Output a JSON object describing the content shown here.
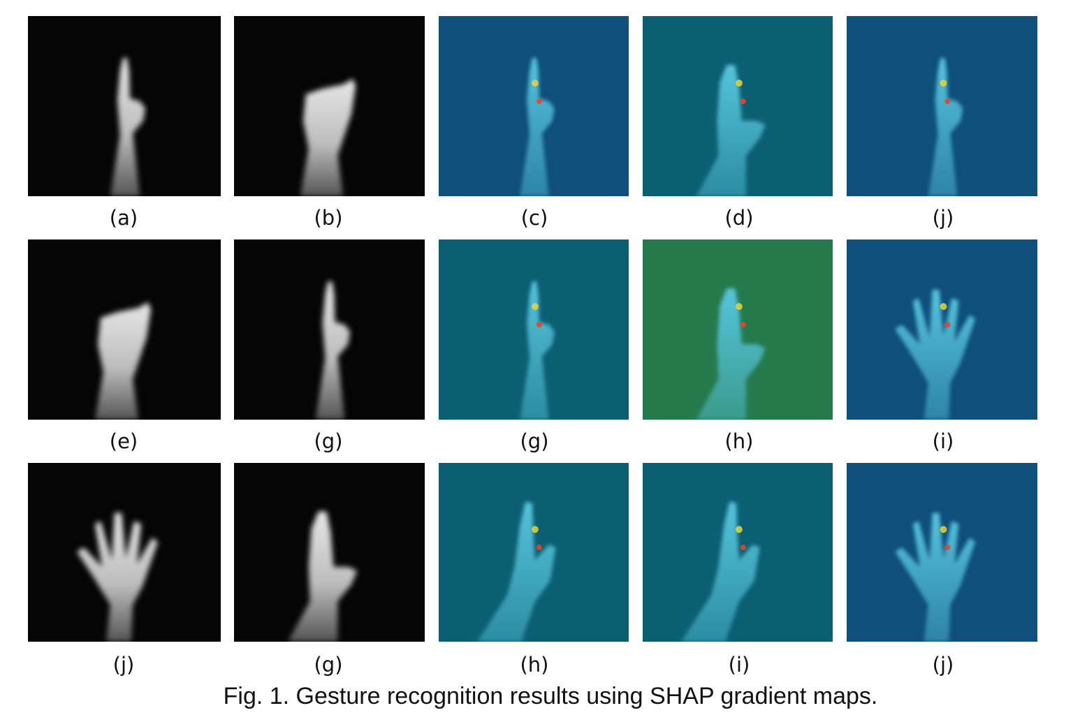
{
  "figure": {
    "caption": "Fig. 1. Gesture recognition results using SHAP gradient maps.",
    "rows": [
      {
        "panels": [
          {
            "label": "(a)",
            "kind": "thermal",
            "gesture": "one-finger"
          },
          {
            "label": "(b)",
            "kind": "thermal",
            "gesture": "fist-thumb"
          },
          {
            "label": "(c)",
            "kind": "shap",
            "gesture": "one-finger"
          },
          {
            "label": "(d)",
            "kind": "shap",
            "gesture": "flat-hand"
          },
          {
            "label": "(j)",
            "kind": "shap",
            "gesture": "one-finger"
          }
        ]
      },
      {
        "panels": [
          {
            "label": "(e)",
            "kind": "thermal",
            "gesture": "fist-thumb"
          },
          {
            "label": "(g)",
            "kind": "thermal",
            "gesture": "one-finger"
          },
          {
            "label": "(g)",
            "kind": "shap",
            "gesture": "one-finger"
          },
          {
            "label": "(h)",
            "kind": "shap",
            "gesture": "flat-hand"
          },
          {
            "label": "(i)",
            "kind": "shap",
            "gesture": "open-hand"
          }
        ]
      },
      {
        "panels": [
          {
            "label": "(j)",
            "kind": "thermal",
            "gesture": "open-hand"
          },
          {
            "label": "(g)",
            "kind": "thermal",
            "gesture": "flat-hand"
          },
          {
            "label": "(h)",
            "kind": "shap",
            "gesture": "l-shape"
          },
          {
            "label": "(i)",
            "kind": "shap",
            "gesture": "l-shape"
          },
          {
            "label": "(j)",
            "kind": "shap",
            "gesture": "open-hand"
          }
        ]
      }
    ]
  },
  "colors": {
    "thermal_background": "#050505",
    "thermal_hand": "#e6e6e6",
    "shap_background_blue": "#0e4f7c",
    "shap_background_teal": "#0b5f72",
    "shap_background_green": "#257a4c",
    "shap_hand": "#55c4dc",
    "shap_hot": "#e8442a",
    "shap_warm": "#e8d23a"
  }
}
